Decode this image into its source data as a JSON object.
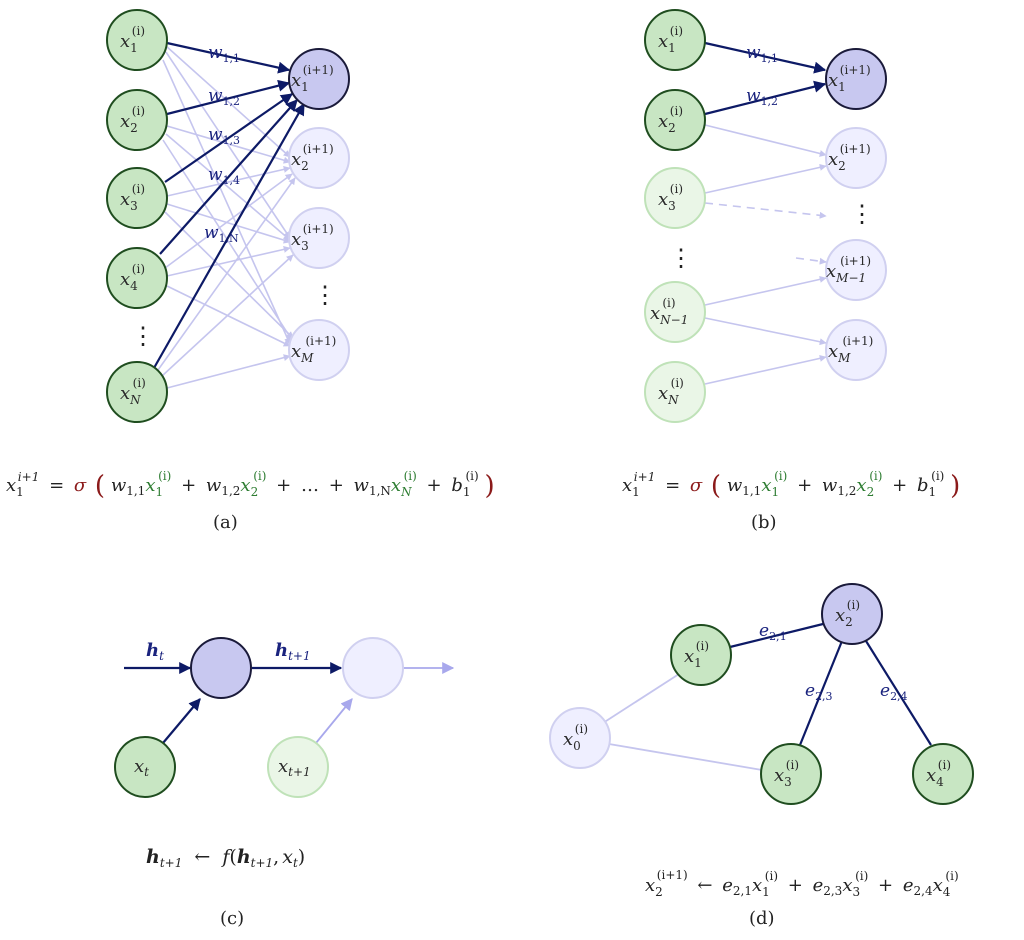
{
  "panels": {
    "a": {
      "caption": "(a)",
      "inputs": [
        {
          "base": "x",
          "sup": "(i)",
          "sub": "1"
        },
        {
          "base": "x",
          "sup": "(i)",
          "sub": "2"
        },
        {
          "base": "x",
          "sup": "(i)",
          "sub": "3"
        },
        {
          "base": "x",
          "sup": "(i)",
          "sub": "4"
        },
        {
          "base": "x",
          "sup": "(i)",
          "sub": "N"
        }
      ],
      "outputs": [
        {
          "base": "x",
          "sup": "(i+1)",
          "sub": "1"
        },
        {
          "base": "x",
          "sup": "(i+1)",
          "sub": "2"
        },
        {
          "base": "x",
          "sup": "(i+1)",
          "sub": "3"
        },
        {
          "base": "x",
          "sup": "(i+1)",
          "sub": "M"
        }
      ],
      "weights": [
        {
          "base": "w",
          "sub": "1,1"
        },
        {
          "base": "w",
          "sub": "1,2"
        },
        {
          "base": "w",
          "sub": "1,3"
        },
        {
          "base": "w",
          "sub": "1,4"
        },
        {
          "base": "w",
          "sub": "1,N"
        }
      ],
      "ellipsis": "⋮",
      "equation": {
        "lhs": "x",
        "lhs_sub": "1",
        "lhs_sup": "i+1",
        "eq": "=",
        "sigma": "σ",
        "terms": [
          {
            "w": "w",
            "w_sub": "1,1",
            "x": "x",
            "x_sub": "1",
            "x_sup": "(i)"
          },
          {
            "w": "w",
            "w_sub": "1,2",
            "x": "x",
            "x_sub": "2",
            "x_sup": "(i)"
          },
          {
            "w": "w",
            "w_sub": "1,N",
            "x": "x",
            "x_sub": "N",
            "x_sup": "(i)"
          }
        ],
        "plus": "+",
        "dots": "…",
        "bias": "b",
        "bias_sub": "1",
        "bias_sup": "(i)"
      }
    },
    "b": {
      "caption": "(b)",
      "inputs": [
        {
          "base": "x",
          "sup": "(i)",
          "sub": "1"
        },
        {
          "base": "x",
          "sup": "(i)",
          "sub": "2"
        },
        {
          "base": "x",
          "sup": "(i)",
          "sub": "3"
        },
        {
          "base": "x",
          "sup": "(i)",
          "sub": "N−1"
        },
        {
          "base": "x",
          "sup": "(i)",
          "sub": "N"
        }
      ],
      "outputs": [
        {
          "base": "x",
          "sup": "(i+1)",
          "sub": "1"
        },
        {
          "base": "x",
          "sup": "(i+1)",
          "sub": "2"
        },
        {
          "base": "x",
          "sup": "(i+1)",
          "sub": "M−1"
        },
        {
          "base": "x",
          "sup": "(i+1)",
          "sub": "M"
        }
      ],
      "weights": [
        {
          "base": "w",
          "sub": "1,1"
        },
        {
          "base": "w",
          "sub": "1,2"
        }
      ],
      "ellipsis": "⋮",
      "equation": {
        "lhs": "x",
        "lhs_sub": "1",
        "lhs_sup": "i+1",
        "eq": "=",
        "sigma": "σ",
        "terms": [
          {
            "w": "w",
            "w_sub": "1,1",
            "x": "x",
            "x_sub": "1",
            "x_sup": "(i)"
          },
          {
            "w": "w",
            "w_sub": "1,2",
            "x": "x",
            "x_sub": "2",
            "x_sup": "(i)"
          }
        ],
        "plus": "+",
        "bias": "b",
        "bias_sub": "1",
        "bias_sup": "(i)"
      }
    },
    "c": {
      "caption": "(c)",
      "h_t": {
        "base": "h",
        "sub": "t"
      },
      "h_t1": {
        "base": "h",
        "sub": "t+1"
      },
      "x_t": {
        "base": "x",
        "sub": "t"
      },
      "x_t1": {
        "base": "x",
        "sub": "t+1"
      },
      "equation": {
        "lhs": "h",
        "lhs_sub": "t+1",
        "arrow": "←",
        "f": "f",
        "open": "(",
        "arg1": "h",
        "arg1_sub": "t+1",
        "comma": ",",
        "arg2": "x",
        "arg2_sub": "t",
        "close": ")"
      }
    },
    "d": {
      "caption": "(d)",
      "nodes": [
        {
          "base": "x",
          "sup": "(i)",
          "sub": "0"
        },
        {
          "base": "x",
          "sup": "(i)",
          "sub": "1"
        },
        {
          "base": "x",
          "sup": "(i)",
          "sub": "2"
        },
        {
          "base": "x",
          "sup": "(i)",
          "sub": "3"
        },
        {
          "base": "x",
          "sup": "(i)",
          "sub": "4"
        }
      ],
      "edges": [
        {
          "base": "e",
          "sub": "2;1"
        },
        {
          "base": "e",
          "sub": "2,3"
        },
        {
          "base": "e",
          "sub": "2,4"
        }
      ],
      "equation": {
        "lhs": "x",
        "lhs_sub": "2",
        "lhs_sup": "(i+1)",
        "arrow": "←",
        "terms": [
          {
            "e": "e",
            "e_sub": "2,1",
            "x": "x",
            "x_sub": "1",
            "x_sup": "(i)"
          },
          {
            "e": "e",
            "e_sub": "2,3",
            "x": "x",
            "x_sub": "3",
            "x_sup": "(i)"
          },
          {
            "e": "e",
            "e_sub": "2,4",
            "x": "x",
            "x_sub": "4",
            "x_sup": "(i)"
          }
        ],
        "plus": "+"
      }
    }
  },
  "colors": {
    "green_fill": "#c8e6c3",
    "green_stroke": "#1f4d1f",
    "light_green_fill": "#eaf6e7",
    "light_green_stroke": "#bfe2b8",
    "blue_fill": "#c8c8f0",
    "blue_stroke": "#1a1a3a",
    "light_blue_fill": "#efefff",
    "light_blue_stroke": "#d0d0f0",
    "dark_edge": "#0d1a66",
    "light_edge": "#c5c5ee",
    "label_blue": "#1a237e",
    "eq_green": "#2e7d32",
    "sigma_red": "#8b1a1a"
  }
}
